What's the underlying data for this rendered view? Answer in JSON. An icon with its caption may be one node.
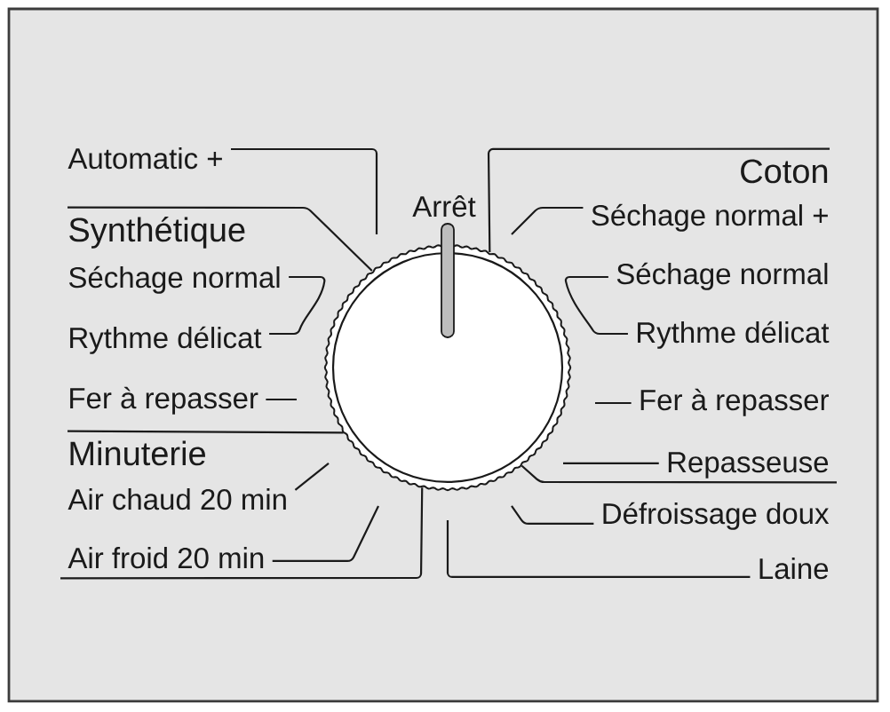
{
  "diagram": {
    "nodes": [
      {
        "text": [
          "Automatic +"
        ]
      },
      {
        "text": [
          "Synthétique"
        ]
      },
      {
        "text": [
          "Séchage normal"
        ]
      },
      {
        "text": [
          "Rythme délicat"
        ]
      },
      {
        "text": [
          "Fer à repasser"
        ]
      },
      {
        "text": [
          "Minuterie"
        ]
      },
      {
        "text": [
          "Air chaud 20 min"
        ]
      },
      {
        "text": [
          "Air froid 20 min"
        ]
      },
      {
        "text": [
          "Coton"
        ]
      },
      {
        "text": [
          "Séchage normal +"
        ]
      },
      {
        "text": [
          "Séchage normal"
        ]
      },
      {
        "text": [
          "Rythme délicat"
        ]
      },
      {
        "text": [
          "Fer à repasser"
        ]
      },
      {
        "text": [
          "Repasseuse"
        ]
      },
      {
        "text": [
          "Défroissage doux"
        ]
      },
      {
        "text": [
          "Laine"
        ]
      },
      {
        "text": [],
        "shape": "circle"
      }
    ],
    "edges": [
      {
        "from": 0,
        "to": null,
        "arrow": "none"
      },
      {
        "from": 1,
        "to": 16,
        "arrow": "none"
      },
      {
        "from": 2,
        "to": 3,
        "arrow": "none"
      },
      {
        "from": 4,
        "to": null,
        "arrow": "none"
      },
      {
        "from": 5,
        "to": 16,
        "arrow": "none"
      },
      {
        "from": 6,
        "to": null,
        "arrow": "none"
      },
      {
        "from": 7,
        "to": null,
        "arrow": "none"
      },
      {
        "from": 7,
        "to": 16,
        "arrow": "none"
      },
      {
        "from": 8,
        "to": 16,
        "arrow": "none"
      },
      {
        "from": 9,
        "to": null,
        "arrow": "none"
      },
      {
        "from": 10,
        "to": 11,
        "arrow": "none"
      },
      {
        "from": 12,
        "to": null,
        "arrow": "none"
      },
      {
        "from": 13,
        "to": null,
        "arrow": "none"
      },
      {
        "from": 13,
        "to": 16,
        "arrow": "none"
      },
      {
        "from": 14,
        "to": null,
        "arrow": "none"
      },
      {
        "from": 15,
        "to": null,
        "arrow": "none"
      }
    ],
    "labels": [
      "Arrêt"
    ]
  }
}
